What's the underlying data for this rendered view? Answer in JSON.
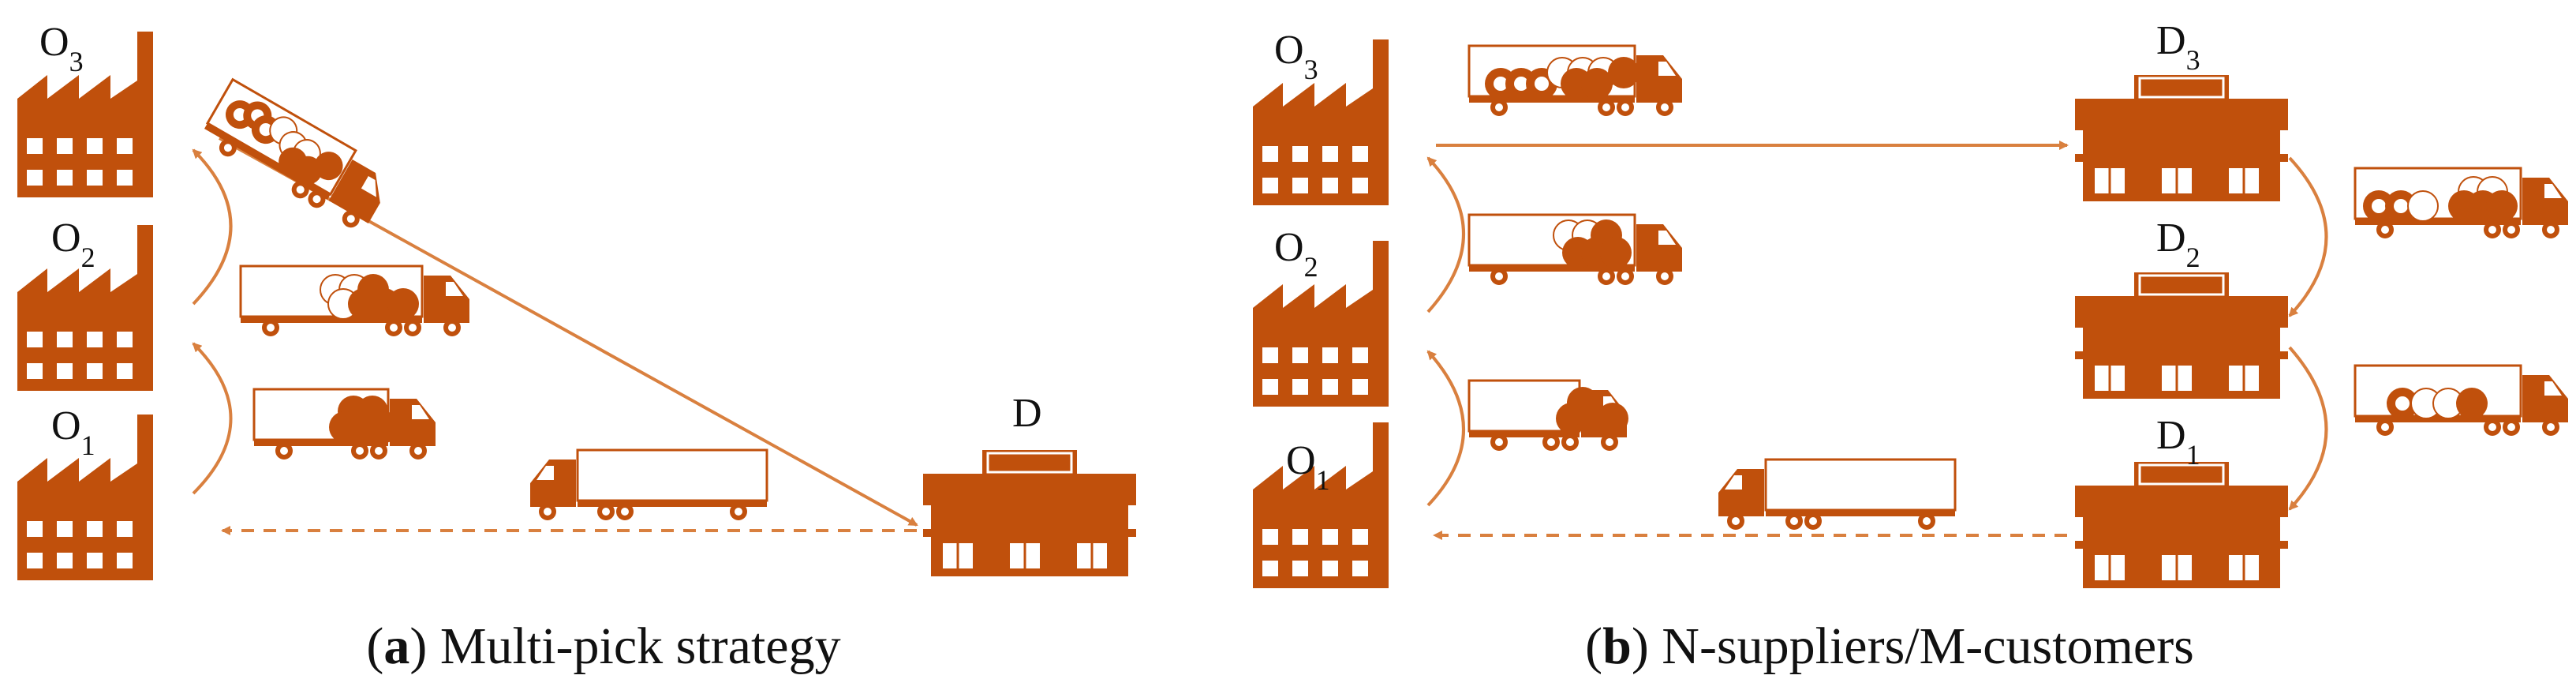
{
  "colors": {
    "orange": "#c0500c",
    "line": "#d9803f",
    "background": "#ffffff",
    "text": "#111111"
  },
  "panel_a": {
    "origins": [
      {
        "base": "O",
        "sub": "3"
      },
      {
        "base": "O",
        "sub": "2"
      },
      {
        "base": "O",
        "sub": "1"
      }
    ],
    "destination": {
      "base": "D",
      "sub": ""
    },
    "caption": {
      "letter": "a",
      "text": " Multi-pick strategy"
    }
  },
  "panel_b": {
    "origins": [
      {
        "base": "O",
        "sub": "3"
      },
      {
        "base": "O",
        "sub": "2"
      },
      {
        "base": "O",
        "sub": "1"
      }
    ],
    "destinations": [
      {
        "base": "D",
        "sub": "3"
      },
      {
        "base": "D",
        "sub": "2"
      },
      {
        "base": "D",
        "sub": "1"
      }
    ],
    "caption": {
      "letter": "b",
      "text": " N-suppliers/M-customers"
    }
  },
  "icons": {
    "factory": "factory-icon",
    "warehouse": "warehouse-icon",
    "truck": "truck-icon",
    "coil": "coil-icon"
  }
}
